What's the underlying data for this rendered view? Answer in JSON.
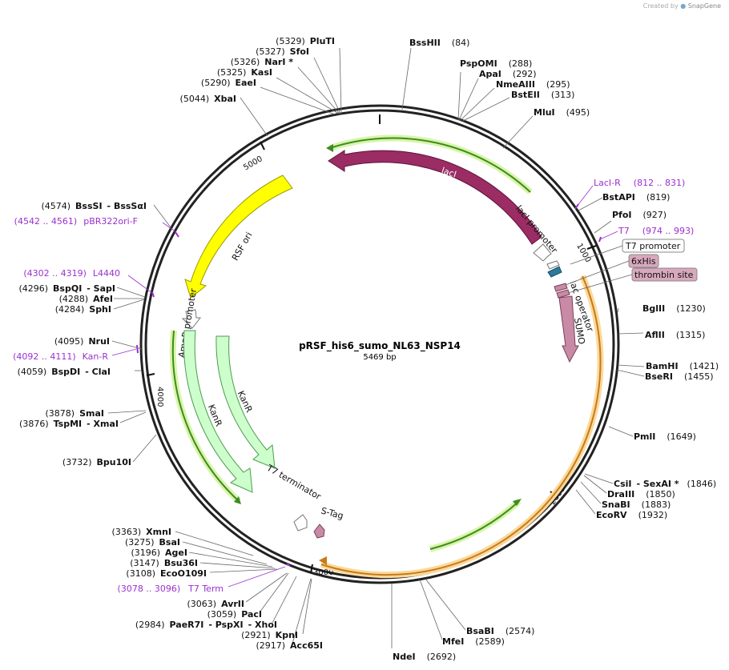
{
  "credit": {
    "prefix": "Created by",
    "brand": "SnapGene"
  },
  "plasmid": {
    "name": "pRSF_his6_sumo_NL63_NSP14",
    "length": 5469,
    "length_label": "5469 bp"
  },
  "ticks": [
    "1000",
    "2000",
    "3000",
    "4000",
    "5000"
  ],
  "features": [
    {
      "label": "lacI",
      "color": "#9b2c64"
    },
    {
      "label": "lacI promoter",
      "color": "#ffffff"
    },
    {
      "label": "lac operator",
      "color": "#2b7a99"
    },
    {
      "label": "6xHis",
      "color": "#c98aa6"
    },
    {
      "label": "thrombin site",
      "color": "#c98aa6"
    },
    {
      "label": "SUMO",
      "color": "#c98aa6"
    },
    {
      "label": "RSF ori",
      "color": "#ffff00"
    },
    {
      "label": "AmpR promoter",
      "color": "#ffffff"
    },
    {
      "label": "KanR",
      "color": "#ccffcc"
    },
    {
      "label": "T7 terminator",
      "color": "#ffffff"
    },
    {
      "label": "S-Tag",
      "color": "#c98aa6"
    },
    {
      "label": "T7 promoter",
      "color": "#ffffff"
    }
  ],
  "sites": [
    {
      "name": "PluTI",
      "pos": "(5329)"
    },
    {
      "name": "SfoI",
      "pos": "(5327)"
    },
    {
      "name": "NarI *",
      "pos": "(5326)"
    },
    {
      "name": "KasI",
      "pos": "(5325)"
    },
    {
      "name": "EaeI",
      "pos": "(5290)"
    },
    {
      "name": "XbaI",
      "pos": "(5044)"
    },
    {
      "name": "BssHII",
      "pos": "(84)"
    },
    {
      "name": "PspOMI",
      "pos": "(288)"
    },
    {
      "name": "ApaI",
      "pos": "(292)"
    },
    {
      "name": "NmeAIII",
      "pos": "(295)"
    },
    {
      "name": "BstEII",
      "pos": "(313)"
    },
    {
      "name": "MluI",
      "pos": "(495)"
    },
    {
      "name": "BstAPI",
      "pos": "(819)"
    },
    {
      "name": "PfoI",
      "pos": "(927)"
    },
    {
      "name": "BglII",
      "pos": "(1230)"
    },
    {
      "name": "AflII",
      "pos": "(1315)"
    },
    {
      "name": "BamHI",
      "pos": "(1421)"
    },
    {
      "name": "BseRI",
      "pos": "(1455)"
    },
    {
      "name": "PmlI",
      "pos": "(1649)"
    },
    {
      "name": "CsiI",
      "name2": "- SexAI *",
      "pos": "(1846)"
    },
    {
      "name": "DraIII",
      "pos": "(1850)"
    },
    {
      "name": "SnaBI",
      "pos": "(1883)"
    },
    {
      "name": "EcoRV",
      "pos": "(1932)"
    },
    {
      "name": "BsaBI",
      "pos": "(2574)"
    },
    {
      "name": "MfeI",
      "pos": "(2589)"
    },
    {
      "name": "NdeI",
      "pos": "(2692)"
    },
    {
      "name": "KpnI",
      "pos": "(2921)"
    },
    {
      "name": "Acc65I",
      "pos": "(2917)"
    },
    {
      "name": "PaeR7I",
      "name2": "- PspXI",
      "name3": "- XhoI",
      "pos": "(2984)"
    },
    {
      "name": "PacI",
      "pos": "(3059)"
    },
    {
      "name": "AvrII",
      "pos": "(3063)"
    },
    {
      "name": "EcoO109I",
      "pos": "(3108)"
    },
    {
      "name": "Bsu36I",
      "pos": "(3147)"
    },
    {
      "name": "AgeI",
      "pos": "(3196)"
    },
    {
      "name": "BsaI",
      "pos": "(3275)"
    },
    {
      "name": "XmnI",
      "pos": "(3363)"
    },
    {
      "name": "Bpu10I",
      "pos": "(3732)"
    },
    {
      "name": "TspMI",
      "name2": "- XmaI",
      "pos": "(3876)"
    },
    {
      "name": "SmaI",
      "pos": "(3878)"
    },
    {
      "name": "BspDI",
      "name2": "- ClaI",
      "pos": "(4059)"
    },
    {
      "name": "NruI",
      "pos": "(4095)"
    },
    {
      "name": "SphI",
      "pos": "(4284)"
    },
    {
      "name": "AfeI",
      "pos": "(4288)"
    },
    {
      "name": "BspQI",
      "name2": "- SapI",
      "pos": "(4296)"
    },
    {
      "name": "BssSI",
      "name2": "- BssSαI",
      "pos": "(4574)"
    }
  ],
  "primers": [
    {
      "name": "LacI-R",
      "range": "(812 .. 831)"
    },
    {
      "name": "T7",
      "range": "(974 .. 993)"
    },
    {
      "name": "pBR322ori-F",
      "range": "(4542 .. 4561)"
    },
    {
      "name": "L4440",
      "range": "(4302 .. 4319)"
    },
    {
      "name": "Kan-R",
      "range": "(4092 .. 4111)"
    },
    {
      "name": "T7 Term",
      "range": "(3078 .. 3096)"
    }
  ]
}
